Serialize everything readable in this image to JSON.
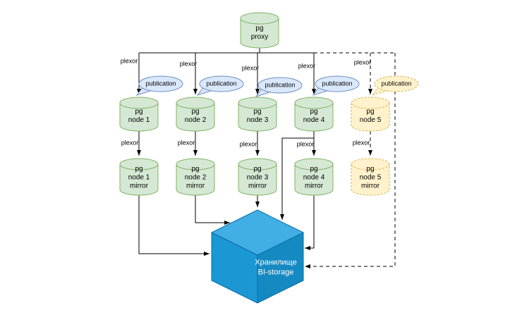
{
  "labels": {
    "plexor": "plexor",
    "publication": "publication"
  },
  "proxy": {
    "label": "pg\nproxy"
  },
  "nodes": [
    {
      "id": 1,
      "label": "pg\nnode 1",
      "mirror": "pg\nnode 1\nmirror",
      "style": "active"
    },
    {
      "id": 2,
      "label": "pg\nnode 2",
      "mirror": "pg\nnode 2\nmirror",
      "style": "active"
    },
    {
      "id": 3,
      "label": "pg\nnode 3",
      "mirror": "pg\nnode 3\nmirror",
      "style": "active"
    },
    {
      "id": 4,
      "label": "pg\nnode 4",
      "mirror": "pg\nnode 4\nmirror",
      "style": "active"
    },
    {
      "id": 5,
      "label": "pg\nnode 5",
      "mirror": "pg\nnode 5\nmirror",
      "style": "planned"
    }
  ],
  "storage": {
    "label": "Хранилище\nBI-storage"
  },
  "colors": {
    "node_fill": "#d5e8d4",
    "node_stroke": "#82b366",
    "planned_fill": "#fff2cc",
    "planned_stroke": "#d6b656",
    "publication_fill": "#dae8fc",
    "publication_stroke": "#6c8ebf",
    "cube_top": "#41aee6",
    "cube_left": "#1b98d4",
    "cube_right": "#1589c2",
    "cube_stroke": "#0a6fa5",
    "line": "#000000",
    "storage_text": "#ffffff"
  }
}
